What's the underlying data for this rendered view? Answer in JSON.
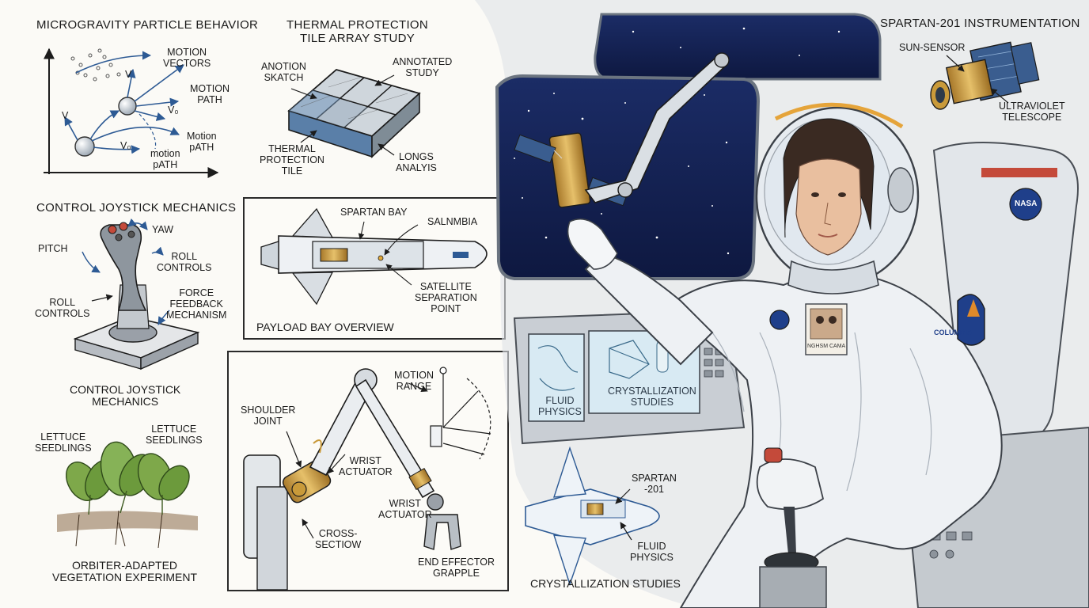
{
  "sections": {
    "particles": {
      "title": "MICROGRAVITY PARTICLE BEHAVIOR",
      "v_label_1": "V",
      "v_label_2": "V",
      "v0_label_1": "V₀",
      "v0_label_2": "V₀",
      "motion_vectors": "MOTION\nVECTORS",
      "motion_path_1": "MOTION\nPATH",
      "motion_path_2": "Motion\npATH",
      "motion_path_3": "motion\npATH"
    },
    "thermal": {
      "title": "THERMAL PROTECTION\nTILE ARRAY STUDY",
      "anotion_skatch": "ANOTION\nSKATCH",
      "annotated_study": "ANNOTATED\nSTUDY",
      "thermal_tile": "THERMAL\nPROTECTION\nTILE",
      "longs_analyis": "LONGS\nANALYIS"
    },
    "joystick": {
      "title": "CONTROL JOYSTICK MECHANICS",
      "yaw": "YAW",
      "pitch": "PITCH",
      "roll_controls_1": "ROLL\nCONTROLS",
      "roll_controls_2": "ROLL\nCONTROLS",
      "force_feedback": "FORCE\nFEEDBACK\nMECHANISM",
      "caption": "CONTROL JOYSTICK\nMECHANICS"
    },
    "payload": {
      "spartan_bay": "SPARTAN BAY",
      "salnmbia": "SALNMBIA",
      "separation_point": "SATELLITE\nSEPARATION\nPOINT",
      "caption": "PAYLOAD BAY OVERVIEW"
    },
    "vegetation": {
      "lettuce_1": "LETTUCE\nSEEDLINGS",
      "lettuce_2": "LETTUCE\nSEEDLINGS",
      "caption": "ORBITER-ADAPTED\nVEGETATION EXPERIMENT"
    },
    "arm": {
      "motion_range": "MOTION\nRANGE",
      "shoulder_joint": "SHOULDER\nJOINT",
      "wrist_actuator_1": "WRIST\nACTUATOR",
      "wrist_actuator_2": "WRIST\nACTUATOR",
      "cross_section": "CROSS-\nSECTIOW",
      "end_effector": "END EFFECTOR\nGRAPPLE"
    },
    "cockpit": {
      "fluid_physics_panel": "FLUID\nPHYSICS",
      "crystallization_panel": "CRYSTALLIZATION\nSTUDIES",
      "nasa_patch": "NASA",
      "columbia_patch": "COLUMBIA",
      "name_tag": "NGHSM CAMA"
    },
    "spartan201_sketch": {
      "spartan_label": "SPARTAN\n-201",
      "fluid_physics": "FLUID\nPHYSICS",
      "caption": "CRYSTALLIZATION STUDIES"
    },
    "instrumentation": {
      "title": "SPARTAN-201 INSTRUMENTATION",
      "sun_sensor": "SUN-SENSOR",
      "uv_telescope": "ULTRAVIOLET\nTELESCOPE"
    }
  },
  "colors": {
    "ink": "#1c1c1c",
    "paper": "#fbfaf6",
    "arrow_blue": "#2d5a94",
    "space_navy": "#14214f",
    "suit_white": "#eef1f4",
    "gold": "#c99a3a",
    "leaf_green": "#6c9a3c",
    "tile_blue": "#5a7fa8",
    "patch_blue": "#1f3f8a",
    "patch_orange": "#e08a2a",
    "red_accent": "#c44a3a"
  }
}
